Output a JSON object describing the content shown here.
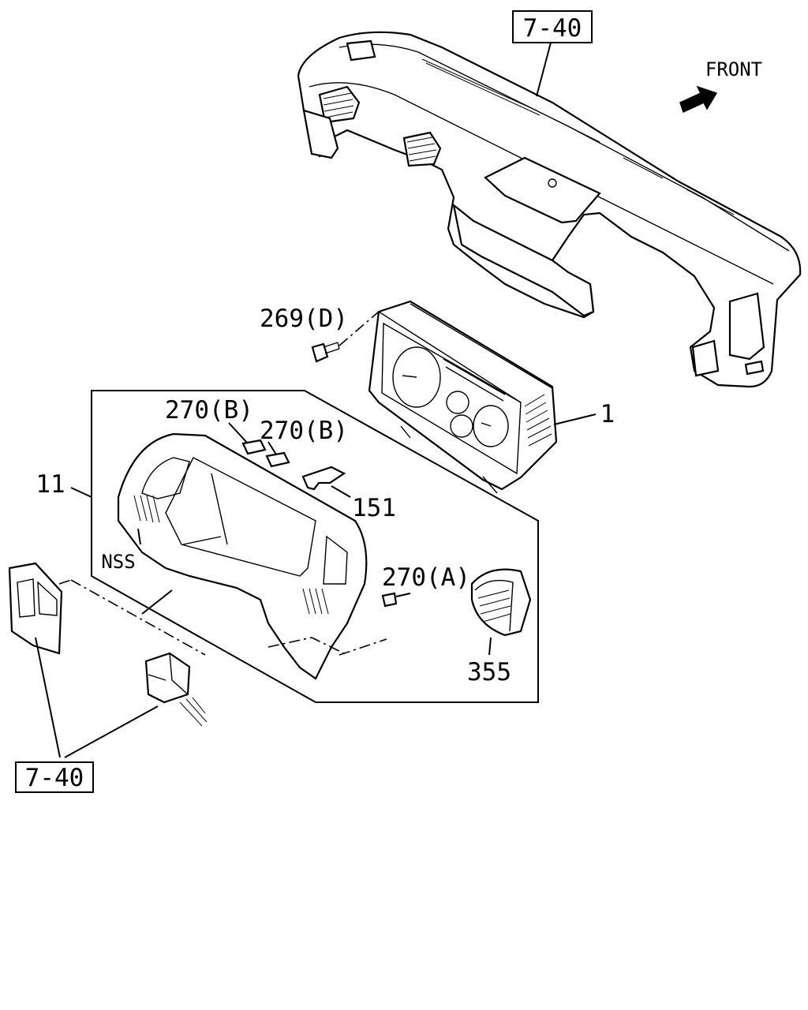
{
  "diagram": {
    "direction_label": "FRONT",
    "ref_top": "7-40",
    "ref_bottom": "7-40",
    "parts": {
      "p269": "269(D)",
      "p270b1": "270(B)",
      "p270b2": "270(B)",
      "p270a": "270(A)",
      "p151": "151",
      "p1": "1",
      "p11": "11",
      "nss": "NSS",
      "p355": "355"
    }
  }
}
